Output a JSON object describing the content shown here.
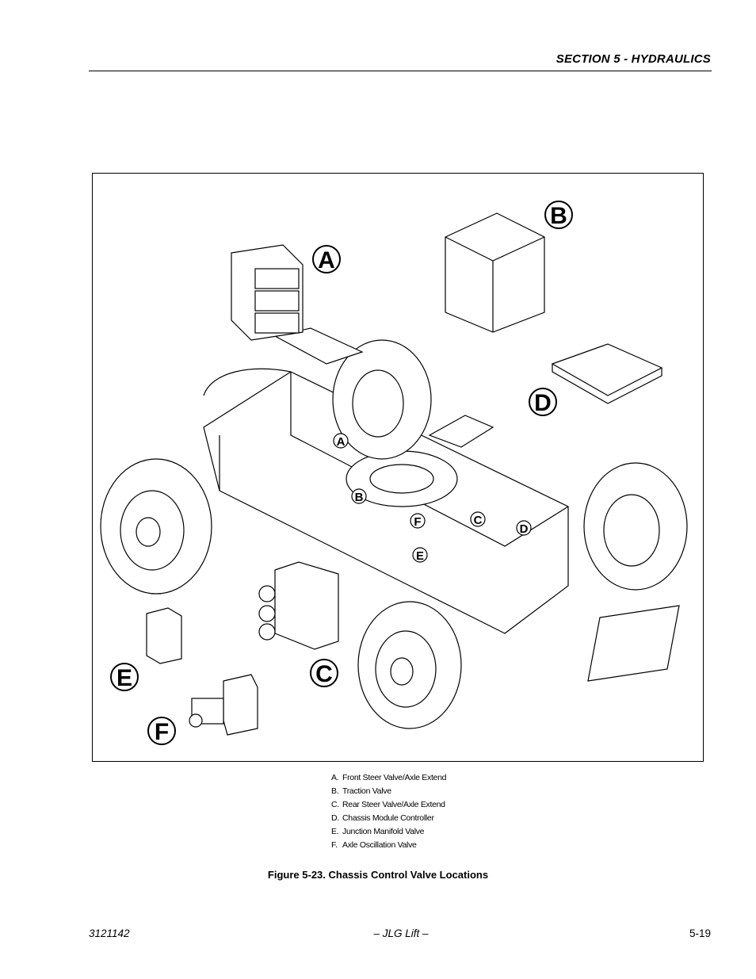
{
  "header": {
    "section": "SECTION 5 - HYDRAULICS"
  },
  "figure": {
    "callouts": [
      "A",
      "B",
      "C",
      "D",
      "E",
      "F"
    ],
    "legend": [
      {
        "letter": "A.",
        "text": "Front Steer Valve/Axle Extend"
      },
      {
        "letter": "B.",
        "text": "Traction Valve"
      },
      {
        "letter": "C.",
        "text": "Rear Steer Valve/Axle Extend"
      },
      {
        "letter": "D.",
        "text": "Chassis Module Controller"
      },
      {
        "letter": "E.",
        "text": "Junction Manifold Valve"
      },
      {
        "letter": "F.",
        "text": "Axle Oscillation Valve"
      }
    ],
    "caption": "Figure 5-23.  Chassis Control Valve Locations"
  },
  "footer": {
    "doc_number": "3121142",
    "center": "– JLG Lift –",
    "page": "5-19"
  }
}
